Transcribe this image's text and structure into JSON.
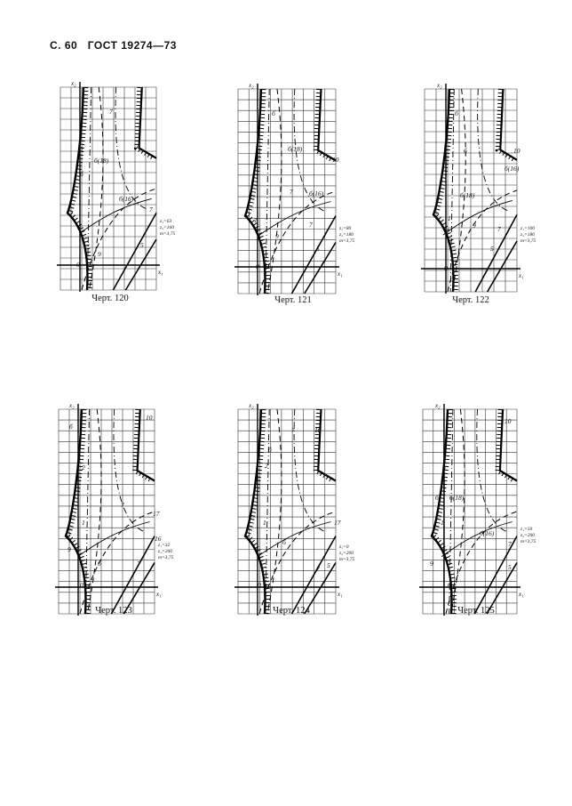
{
  "header": {
    "page": "С. 60",
    "standard": "ГОСТ 19274—73"
  },
  "figures": [
    {
      "caption": "Черт. 120",
      "params": [
        "z₁=63",
        "z₂=160",
        "m=3,75"
      ],
      "axis_x": "x₁",
      "axis_y": "x₂",
      "labels": [
        "7",
        "б(18)",
        "б(16)",
        "2",
        "б",
        "1",
        "7",
        "5",
        "9",
        "0"
      ]
    },
    {
      "caption": "Черт. 121",
      "params": [
        "z₁=80",
        "z₂=180",
        "m=3,75"
      ],
      "axis_x": "x₁",
      "axis_y": "x₂",
      "labels": [
        "б",
        "б(18)",
        "2",
        "7",
        "б(16)",
        "7",
        "5",
        "9",
        "0",
        "10",
        "1"
      ]
    },
    {
      "caption": "Черт. 122",
      "params": [
        "z₁=100",
        "z₂=180",
        "m=3,75"
      ],
      "axis_x": "x₁",
      "axis_y": "x₂",
      "labels": [
        "б",
        "2",
        "б",
        "б(18)",
        "б(16)",
        "9",
        "7",
        "5",
        "0",
        "10",
        "1"
      ]
    },
    {
      "caption": "Черт. 123",
      "params": [
        "z₁=32",
        "z₂=200",
        "m=3,75"
      ],
      "axis_x": "x₁",
      "axis_y": "x₂",
      "labels": [
        "б",
        "10",
        "2",
        "7",
        "1",
        "17",
        "16",
        "9",
        "б",
        "7",
        "0"
      ]
    },
    {
      "caption": "Черт. 124",
      "params": [
        "z₁=0",
        "z₂=200",
        "m=3,75"
      ],
      "axis_x": "x₁",
      "axis_y": "x₂",
      "labels": [
        "7",
        "10",
        "б",
        "2",
        "1",
        "б",
        "17",
        "7",
        "5",
        "0"
      ]
    },
    {
      "caption": "Черт. 125",
      "params": [
        "z₁=50",
        "z₂=200",
        "m=3,75"
      ],
      "axis_x": "x₁",
      "axis_y": "x₂",
      "labels": [
        "10",
        "2",
        "б",
        "б(18)",
        "1",
        "б(16)",
        "7",
        "9",
        "5",
        "0"
      ]
    }
  ]
}
